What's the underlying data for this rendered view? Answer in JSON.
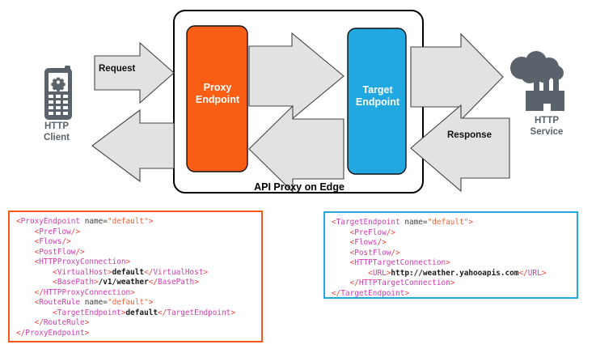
{
  "diagram": {
    "container_label": "API Proxy on Edge",
    "nodes": [
      {
        "id": "http-client",
        "label_line1": "HTTP",
        "label_line2": "Client",
        "icon": "mobile-phone-gear-icon",
        "color": "#5A636B"
      },
      {
        "id": "proxy-endpoint",
        "label_line1": "Proxy",
        "label_line2": "Endpoint",
        "color": "#FA5E14"
      },
      {
        "id": "target-endpoint",
        "label_line1": "Target",
        "label_line2": "Endpoint",
        "color": "#22A8E0"
      },
      {
        "id": "http-service",
        "label_line1": "HTTP",
        "label_line2": "Service",
        "icon": "factory-cloud-icon",
        "color": "#5A636B"
      }
    ],
    "arrows": [
      {
        "id": "request-arrow",
        "label": "Request",
        "direction": "right"
      },
      {
        "id": "response-arrow",
        "label": "Response",
        "direction": "left"
      }
    ],
    "arrow_fill": "#E2E2E2",
    "arrow_stroke": "#444444"
  },
  "proxy_code": {
    "border_color": "#F4581C",
    "lines": [
      [
        {
          "t": "<",
          "c": "br"
        },
        {
          "t": "ProxyEndpoint",
          "c": "tag"
        },
        {
          "t": " ",
          "c": "attr"
        },
        {
          "t": "name=",
          "c": "attr"
        },
        {
          "t": "\"default\"",
          "c": "val"
        },
        {
          "t": ">",
          "c": "br"
        }
      ],
      [
        {
          "t": "    ",
          "c": "attr"
        },
        {
          "t": "<",
          "c": "br"
        },
        {
          "t": "PreFlow",
          "c": "tag"
        },
        {
          "t": "/>",
          "c": "br"
        }
      ],
      [
        {
          "t": "    ",
          "c": "attr"
        },
        {
          "t": "<",
          "c": "br"
        },
        {
          "t": "Flows",
          "c": "tag"
        },
        {
          "t": "/>",
          "c": "br"
        }
      ],
      [
        {
          "t": "    ",
          "c": "attr"
        },
        {
          "t": "<",
          "c": "br"
        },
        {
          "t": "PostFlow",
          "c": "tag"
        },
        {
          "t": "/>",
          "c": "br"
        }
      ],
      [
        {
          "t": "    ",
          "c": "attr"
        },
        {
          "t": "<",
          "c": "br"
        },
        {
          "t": "HTTPProxyConnection",
          "c": "tag"
        },
        {
          "t": ">",
          "c": "br"
        }
      ],
      [
        {
          "t": "        ",
          "c": "attr"
        },
        {
          "t": "<",
          "c": "br"
        },
        {
          "t": "VirtualHost",
          "c": "tag"
        },
        {
          "t": ">",
          "c": "br"
        },
        {
          "t": "default",
          "c": "txt"
        },
        {
          "t": "</",
          "c": "br"
        },
        {
          "t": "VirtualHost",
          "c": "tag"
        },
        {
          "t": ">",
          "c": "br"
        }
      ],
      [
        {
          "t": "        ",
          "c": "attr"
        },
        {
          "t": "<",
          "c": "br"
        },
        {
          "t": "BasePath",
          "c": "tag"
        },
        {
          "t": ">",
          "c": "br"
        },
        {
          "t": "/v1/weather",
          "c": "txt"
        },
        {
          "t": "</",
          "c": "br"
        },
        {
          "t": "BasePath",
          "c": "tag"
        },
        {
          "t": ">",
          "c": "br"
        }
      ],
      [
        {
          "t": "    ",
          "c": "attr"
        },
        {
          "t": "</",
          "c": "br"
        },
        {
          "t": "HTTPProxyConnection",
          "c": "tag"
        },
        {
          "t": ">",
          "c": "br"
        }
      ],
      [
        {
          "t": "    ",
          "c": "attr"
        },
        {
          "t": "<",
          "c": "br"
        },
        {
          "t": "RouteRule",
          "c": "tag"
        },
        {
          "t": " ",
          "c": "attr"
        },
        {
          "t": "name=",
          "c": "attr"
        },
        {
          "t": "\"default\"",
          "c": "val"
        },
        {
          "t": ">",
          "c": "br"
        }
      ],
      [
        {
          "t": "        ",
          "c": "attr"
        },
        {
          "t": "<",
          "c": "br"
        },
        {
          "t": "TargetEndpoint",
          "c": "tag"
        },
        {
          "t": ">",
          "c": "br"
        },
        {
          "t": "default",
          "c": "txt"
        },
        {
          "t": "</",
          "c": "br"
        },
        {
          "t": "TargetEndpoint",
          "c": "tag"
        },
        {
          "t": ">",
          "c": "br"
        }
      ],
      [
        {
          "t": "    ",
          "c": "attr"
        },
        {
          "t": "</",
          "c": "br"
        },
        {
          "t": "RouteRule",
          "c": "tag"
        },
        {
          "t": ">",
          "c": "br"
        }
      ],
      [
        {
          "t": "</",
          "c": "br"
        },
        {
          "t": "ProxyEndpoint",
          "c": "tag"
        },
        {
          "t": ">",
          "c": "br"
        }
      ]
    ]
  },
  "target_code": {
    "border_color": "#22A8E0",
    "lines": [
      [
        {
          "t": "<",
          "c": "br"
        },
        {
          "t": "TargetEndpoint",
          "c": "tag"
        },
        {
          "t": " ",
          "c": "attr"
        },
        {
          "t": "name=",
          "c": "attr"
        },
        {
          "t": "\"default\"",
          "c": "val"
        },
        {
          "t": ">",
          "c": "br"
        }
      ],
      [
        {
          "t": "    ",
          "c": "attr"
        },
        {
          "t": "<",
          "c": "br"
        },
        {
          "t": "PreFlow",
          "c": "tag"
        },
        {
          "t": "/>",
          "c": "br"
        }
      ],
      [
        {
          "t": "    ",
          "c": "attr"
        },
        {
          "t": "<",
          "c": "br"
        },
        {
          "t": "Flows",
          "c": "tag"
        },
        {
          "t": "/>",
          "c": "br"
        }
      ],
      [
        {
          "t": "    ",
          "c": "attr"
        },
        {
          "t": "<",
          "c": "br"
        },
        {
          "t": "PostFlow",
          "c": "tag"
        },
        {
          "t": "/>",
          "c": "br"
        }
      ],
      [
        {
          "t": "    ",
          "c": "attr"
        },
        {
          "t": "<",
          "c": "br"
        },
        {
          "t": "HTTPTargetConnection",
          "c": "tag"
        },
        {
          "t": ">",
          "c": "br"
        }
      ],
      [
        {
          "t": "        ",
          "c": "attr"
        },
        {
          "t": "<",
          "c": "br"
        },
        {
          "t": "URL",
          "c": "tag"
        },
        {
          "t": ">",
          "c": "br"
        },
        {
          "t": "http://weather.yahooapis.com",
          "c": "txt"
        },
        {
          "t": "</",
          "c": "br"
        },
        {
          "t": "URL",
          "c": "tag"
        },
        {
          "t": ">",
          "c": "br"
        }
      ],
      [
        {
          "t": "    ",
          "c": "attr"
        },
        {
          "t": "</",
          "c": "br"
        },
        {
          "t": "HTTPTargetConnection",
          "c": "tag"
        },
        {
          "t": ">",
          "c": "br"
        }
      ],
      [
        {
          "t": "</",
          "c": "br"
        },
        {
          "t": "TargetEndpoint",
          "c": "tag"
        },
        {
          "t": ">",
          "c": "br"
        }
      ]
    ]
  }
}
